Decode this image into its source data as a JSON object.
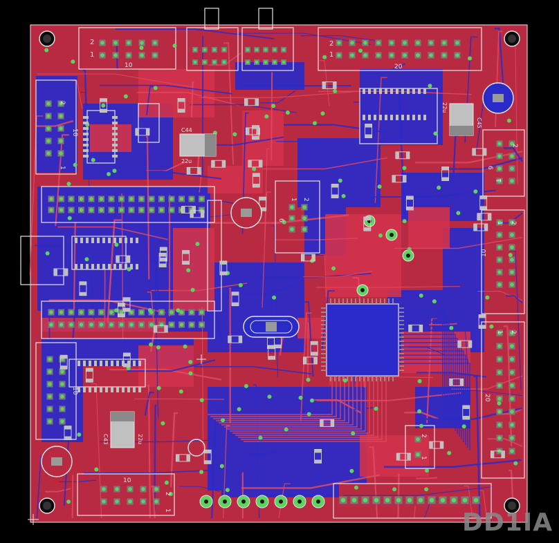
{
  "board": {
    "copper_top": "#c0283f",
    "copper_bottom": "#2a2ac8",
    "silkscreen": "#e6e6e6",
    "via": "#5fd35f",
    "pad": "#7a7a7a",
    "background": "#000000"
  },
  "watermark": "DD1IA",
  "labels": {
    "h_top_left_pin_hi": "2",
    "h_top_left_pin_lo": "1",
    "h_top_left_count": "10",
    "h_top_right_pin_hi": "2",
    "h_top_right_pin_lo": "1",
    "h_top_right_count": "20",
    "h_left_count": "10",
    "h_left_pin_lo": "1",
    "h_left_pin_hi": "2",
    "c44_name": "C44",
    "c44_val": "22u",
    "c45_name": "C45",
    "c45_val": "22u",
    "c43_name": "C43",
    "c43_val": "22u",
    "h_mid_pin_lo": "1",
    "h_mid_pin_hi": "2",
    "h_mid_count": "6",
    "h_right_top_pin_lo": "1",
    "h_right_top_pin_hi": "2",
    "h_right_top_count": "6",
    "h_right_mid_pin_lo": "1",
    "h_right_mid_pin_hi": "2",
    "h_right_mid_count": "10",
    "h_right_low_pin_lo": "1",
    "h_right_low_pin_hi": "2",
    "h_right_low_count": "20",
    "h_left_low_count": "10",
    "h_bottom_count": "10",
    "h_bottom_pin_hi": "2",
    "h_bottom_pin_lo": "1",
    "small_hdr_pin_hi": "2",
    "small_hdr_pin_lo": "1"
  }
}
